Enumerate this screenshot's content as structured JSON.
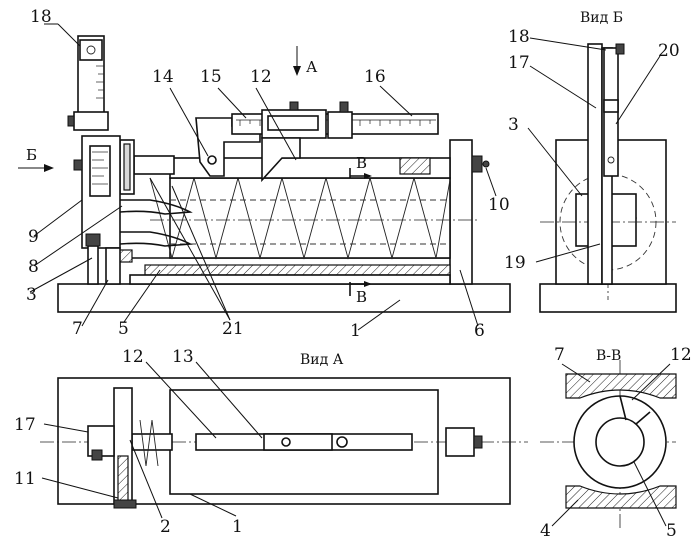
{
  "views": {
    "view_b_title": "Вид Б",
    "view_a_title": "Вид А",
    "section_title": "В-В"
  },
  "arrows": {
    "a_label": "А",
    "b_label": "Б",
    "section_upper": "В",
    "section_lower": "В"
  },
  "callouts": {
    "main": [
      "18",
      "14",
      "15",
      "12",
      "16",
      "10",
      "9",
      "8",
      "3",
      "7",
      "5",
      "21",
      "1",
      "6"
    ],
    "view_b": [
      "18",
      "17",
      "3",
      "19",
      "20"
    ],
    "view_a": [
      "12",
      "13",
      "17",
      "11",
      "2",
      "1"
    ],
    "section": [
      "7",
      "12",
      "4",
      "5"
    ]
  }
}
